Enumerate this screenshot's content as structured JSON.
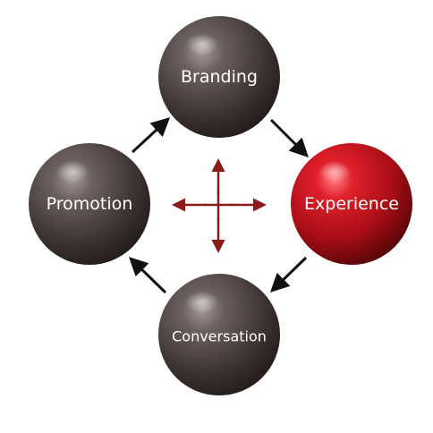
{
  "nodes": [
    {
      "id": "branding",
      "label": "Branding",
      "highlight": false
    },
    {
      "id": "experience",
      "label": "Experience",
      "highlight": true
    },
    {
      "id": "conversation",
      "label": "Conversation",
      "highlight": false
    },
    {
      "id": "promotion",
      "label": "Promotion",
      "highlight": false
    }
  ],
  "colors": {
    "sphere": "#4a3f3d",
    "sphere_highlight": "#c3121c",
    "cycle_arrow": "#111111",
    "center_cross": "#8b1a1a",
    "label": "#ffffff"
  },
  "cycle": [
    "branding",
    "experience",
    "conversation",
    "promotion"
  ]
}
